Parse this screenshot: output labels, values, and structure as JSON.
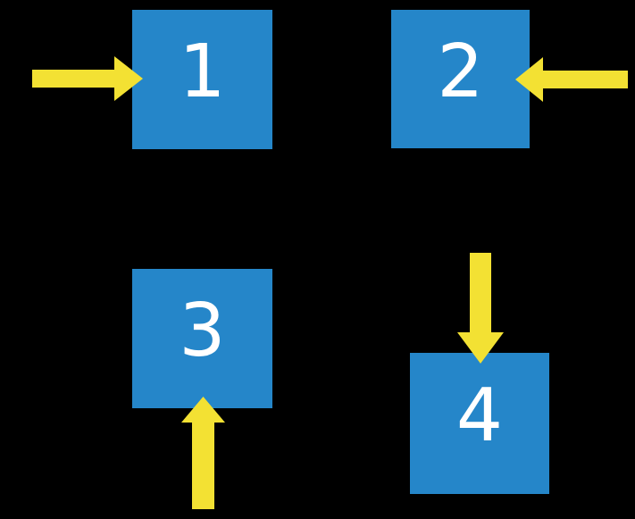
{
  "diagram": {
    "description": "Four numbered squares, each indicated by a block arrow from a different direction",
    "background_color": "#000000"
  },
  "colors": {
    "box_fill": "#2586C9",
    "arrow_fill": "#F3E133",
    "number_color": "#FFFFFF"
  },
  "boxes": [
    {
      "label": "1",
      "position": "top-left",
      "arrow_from": "left"
    },
    {
      "label": "2",
      "position": "top-right",
      "arrow_from": "right"
    },
    {
      "label": "3",
      "position": "bottom-left",
      "arrow_from": "bottom"
    },
    {
      "label": "4",
      "position": "bottom-right",
      "arrow_from": "top"
    }
  ],
  "arrows": [
    {
      "direction": "right",
      "target_box": "1"
    },
    {
      "direction": "left",
      "target_box": "2"
    },
    {
      "direction": "up",
      "target_box": "3"
    },
    {
      "direction": "down",
      "target_box": "4"
    }
  ]
}
